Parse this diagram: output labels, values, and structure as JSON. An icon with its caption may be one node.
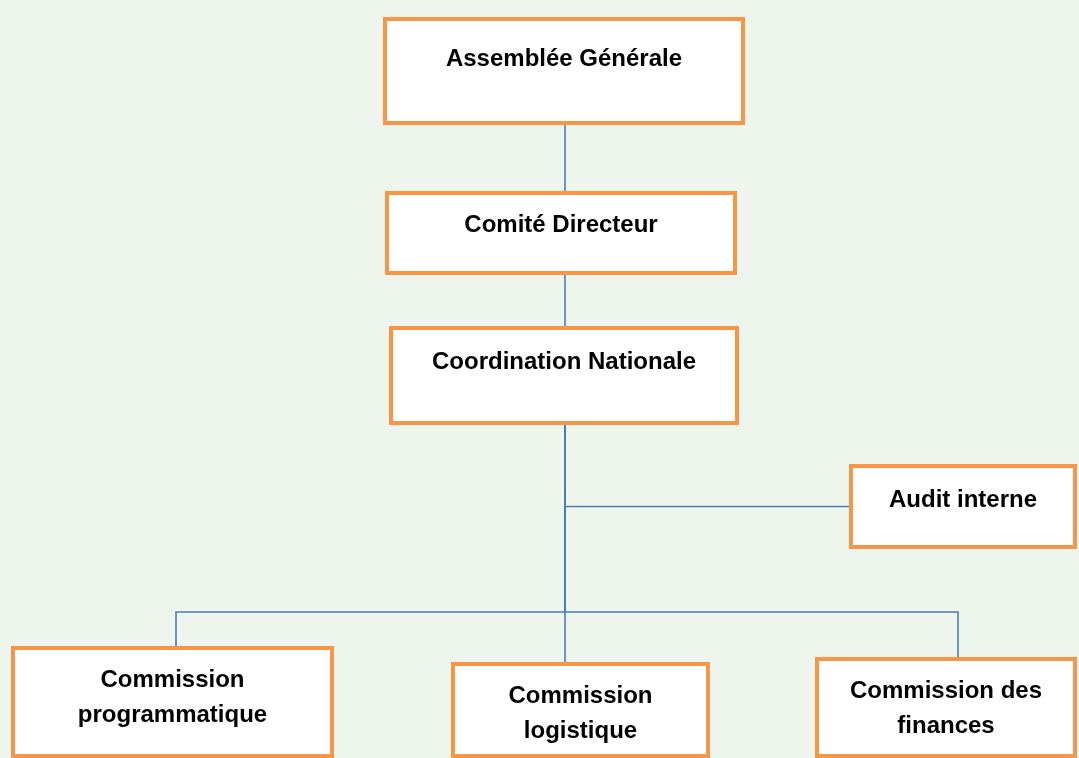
{
  "diagram": {
    "nodes": [
      {
        "text": [
          "Assemblée Générale"
        ]
      },
      {
        "text": [
          "Comité Directeur"
        ]
      },
      {
        "text": [
          "Coordination Nationale"
        ]
      },
      {
        "text": [
          "Audit interne"
        ]
      },
      {
        "text": [
          "Commission programmatique"
        ]
      },
      {
        "text": [
          "Commission logistique"
        ]
      },
      {
        "text": [
          "Commission des finances"
        ]
      }
    ],
    "edges": [
      {
        "from": 0,
        "to": 1,
        "arrow": "none"
      },
      {
        "from": 1,
        "to": 2,
        "arrow": "none"
      },
      {
        "from": 2,
        "to": 3,
        "arrow": "none"
      },
      {
        "from": 2,
        "to": 4,
        "arrow": "none"
      },
      {
        "from": 2,
        "to": 5,
        "arrow": "none"
      },
      {
        "from": 2,
        "to": 6,
        "arrow": "none"
      }
    ]
  }
}
